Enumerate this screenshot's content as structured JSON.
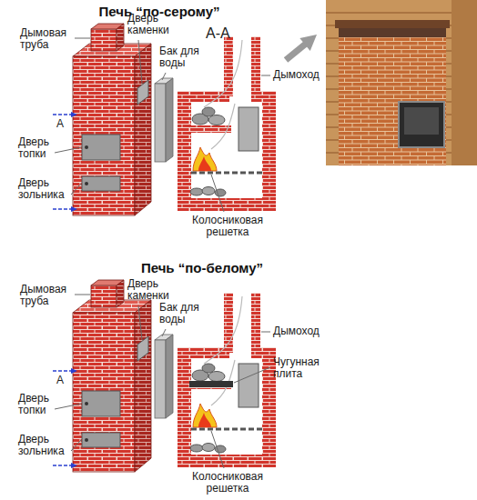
{
  "diagram": {
    "labels": [
      "Печь “по-серому”",
      "Дымовая труба",
      "Дверь каменки",
      "A-A",
      "Бак для воды",
      "Дымоход",
      "A",
      "Дверь топки",
      "Дверь зольника",
      "Колосниковая решетка",
      "Печь “по-белому”",
      "Дымовая труба",
      "Дверь каменки",
      "Бак для воды",
      "Дымоход",
      "Чугунная плита",
      "A",
      "Дверь топки",
      "Дверь зольника",
      "Колосниковая решетка"
    ]
  }
}
